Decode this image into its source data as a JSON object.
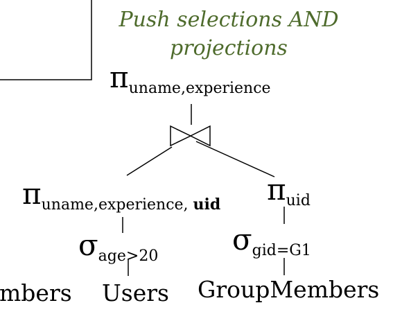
{
  "heading": {
    "line1": "Push selections AND",
    "line2": "projections"
  },
  "nodes": {
    "root_proj": {
      "symbol": "π",
      "subscript": "uname,experience"
    },
    "join": {
      "symbol": "⋈"
    },
    "left_proj": {
      "symbol": "π",
      "subscript": "uname,experience, ",
      "subscript_bold": "uid"
    },
    "right_proj": {
      "symbol": "π",
      "subscript": "uid"
    },
    "left_sel": {
      "symbol": "σ",
      "subscript": "age>20"
    },
    "right_sel": {
      "symbol": "σ",
      "subscript": "gid=G1"
    },
    "left_rel": {
      "label": "Users"
    },
    "right_rel": {
      "label": "GroupMembers"
    },
    "clipped_rel": {
      "label": "mbers"
    }
  }
}
